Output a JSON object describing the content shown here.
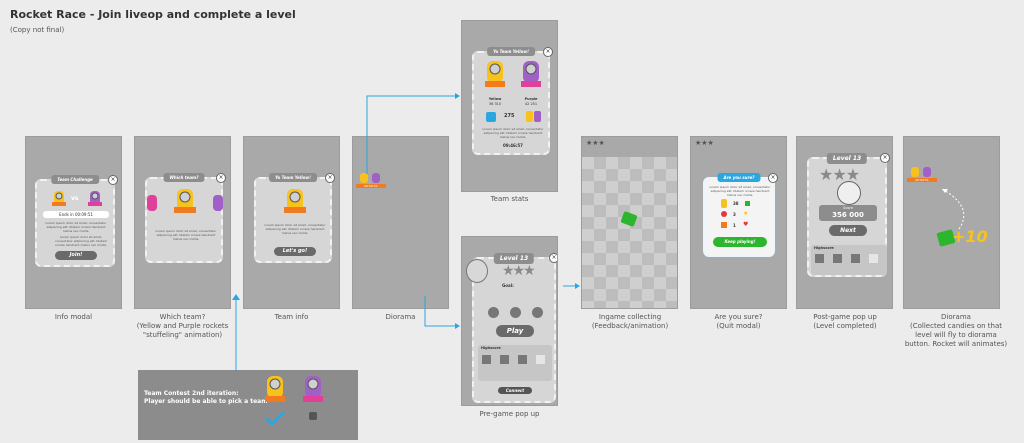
{
  "header": {
    "title": "Rocket Race -  Join liveop and complete a level",
    "subtitle": "(Copy not final)"
  },
  "screens": {
    "info_modal": {
      "caption": "Info modal",
      "modal_title": "Team Challenge",
      "timer": "00:09:51",
      "ends_in": "Ends in",
      "button": "Join!",
      "vs": "vs"
    },
    "which_team": {
      "caption": "Which team?\n(Yellow and Purple rockets\n\"stuffeling\" animation)",
      "modal_title": "Which team?"
    },
    "team_info": {
      "caption": "Team info",
      "modal_title": "Yo Team Yellow!",
      "button": "Let's go!"
    },
    "diorama": {
      "caption": "Diorama",
      "timer": "00:09:51"
    },
    "team_stats": {
      "caption": "Team stats",
      "modal_title": "Yo Team Yellow!",
      "yellow_label": "Yellow",
      "purple_label": "Purple",
      "yellow_score": "36 310",
      "purple_score": "42 251",
      "stat_value": "275",
      "timer": "09:46:57"
    },
    "pre_game": {
      "caption": "Pre-game pop up",
      "modal_title": "Level 13",
      "goal": "Goal:",
      "play": "Play",
      "highscore": "Highscore",
      "connect": "Connect"
    },
    "ingame": {
      "caption": "Ingame collecting\n(Feedback/animation)"
    },
    "are_you_sure": {
      "caption": "Are you sure?\n(Quit modal)",
      "modal_title": "Are you sure?",
      "button": "Keep playing!",
      "v1": "38",
      "v2": "3",
      "v3": "1"
    },
    "post_game": {
      "caption": "Post-game pop up\n(Level completed)",
      "modal_title": "Level 13",
      "score_label": "Score",
      "score": "356 000",
      "button": "Next",
      "highscore": "Highscore"
    },
    "diorama2": {
      "caption": "Diorama\n(Collected candies on that\nlevel will fly to diorama\nbutton. Rocket will animates)",
      "plus": "+10",
      "timer": "00:09:51"
    }
  },
  "note": {
    "line1": "Team Contest 2nd iteration:",
    "line2": "Player should be able to pick a team"
  },
  "lorem": "Lorem ipsum dolor sit amet, consectetur adipiscing elit. Nullam ornare hendrerit metus nec mollis.",
  "colors": {
    "yellow": "#f7c21c",
    "orange": "#f27b1f",
    "purple": "#a160c8",
    "pink": "#e0409a",
    "green": "#2db52d",
    "blue": "#2aa6e0",
    "arrow": "#29a8e0"
  }
}
